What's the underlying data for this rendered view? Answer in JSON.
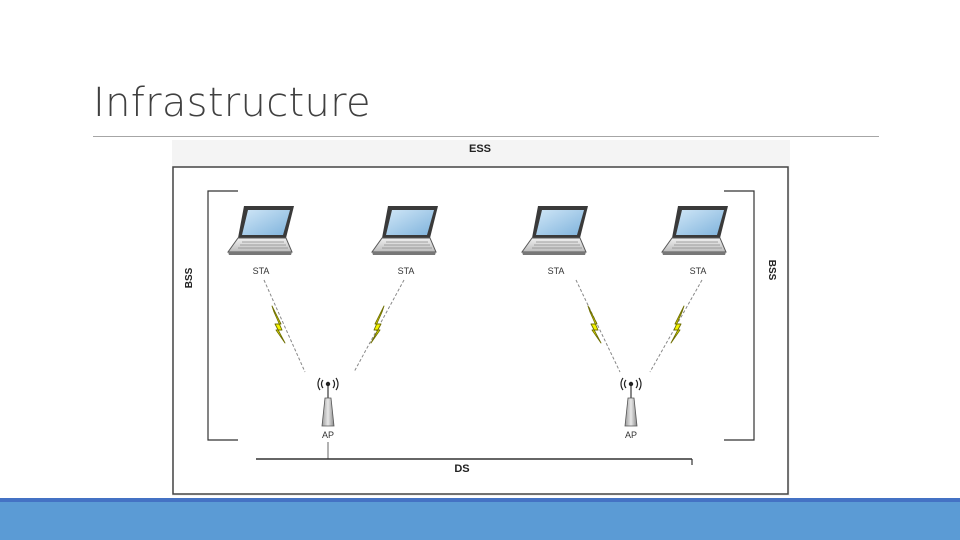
{
  "slide": {
    "title": "Infrastructure"
  },
  "diagram": {
    "ess_label": "ESS",
    "bss_left_label": "BSS",
    "bss_right_label": "BSS",
    "ds_label": "DS",
    "stations": [
      "STA",
      "STA",
      "STA",
      "STA"
    ],
    "access_points": [
      "AP",
      "AP"
    ],
    "colors": {
      "lightning": "#f5f500",
      "lightning_stroke": "#6e6e00",
      "frame": "#444444",
      "band": "#5b9bd5",
      "band_edge": "#4472c4"
    }
  }
}
